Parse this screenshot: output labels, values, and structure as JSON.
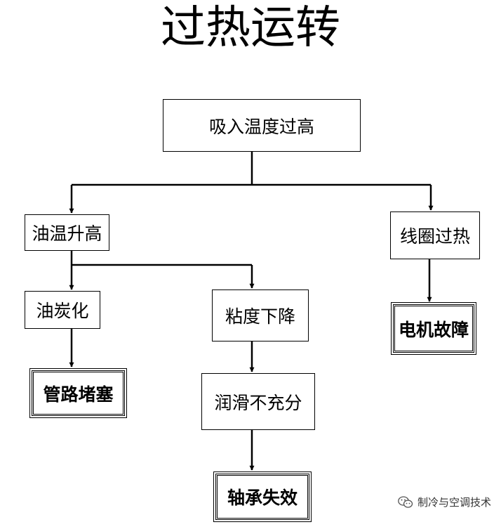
{
  "title": "过热运转",
  "nodes": {
    "root": "吸入温度过高",
    "oil_temp": "油温升高",
    "coil_overheat": "线圈过热",
    "oil_carbon": "油炭化",
    "viscosity_drop": "粘度下降",
    "motor_fault": "电机故障",
    "pipe_block": "管路堵塞",
    "lube_insufficient": "润滑不充分",
    "bearing_fail": "轴承失效"
  },
  "watermark": {
    "text": "制冷与空调技术",
    "icon": "wechat-icon"
  }
}
